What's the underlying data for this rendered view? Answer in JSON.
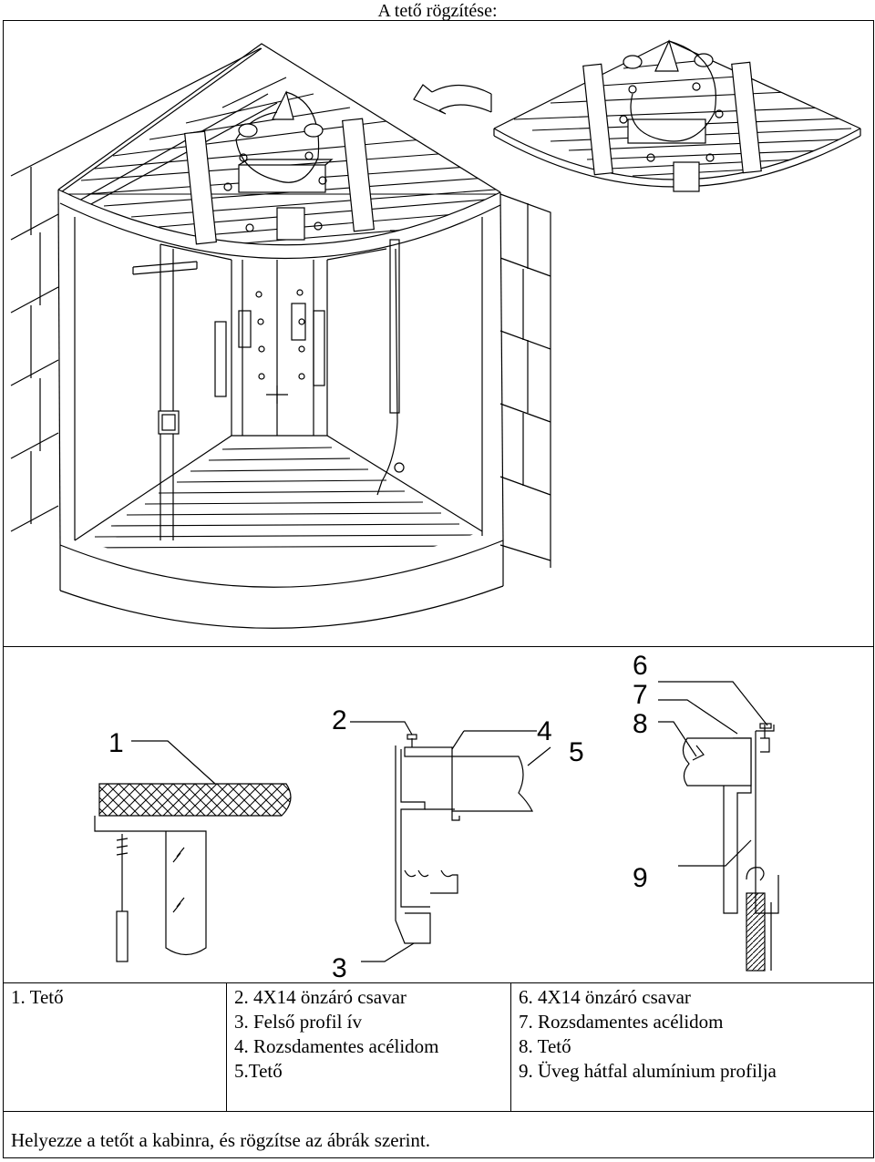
{
  "title": "A tető rögzítése:",
  "callouts": [
    "1",
    "2",
    "3",
    "4",
    "5",
    "6",
    "7",
    "8",
    "9"
  ],
  "legend": {
    "col1": [
      "1. Tető"
    ],
    "col2": [
      "2. 4X14 önzáró csavar",
      "3. Felső profil ív",
      "4. Rozsdamentes acélidom",
      "5.Tető"
    ],
    "col3": [
      "6. 4X14 önzáró csavar",
      "7. Rozsdamentes acélidom",
      "8. Tető",
      "9. Üveg hátfal alumínium profilja"
    ]
  },
  "instruction": "Helyezze a tetőt a kabinra, és rögzítse az ábrák szerint."
}
